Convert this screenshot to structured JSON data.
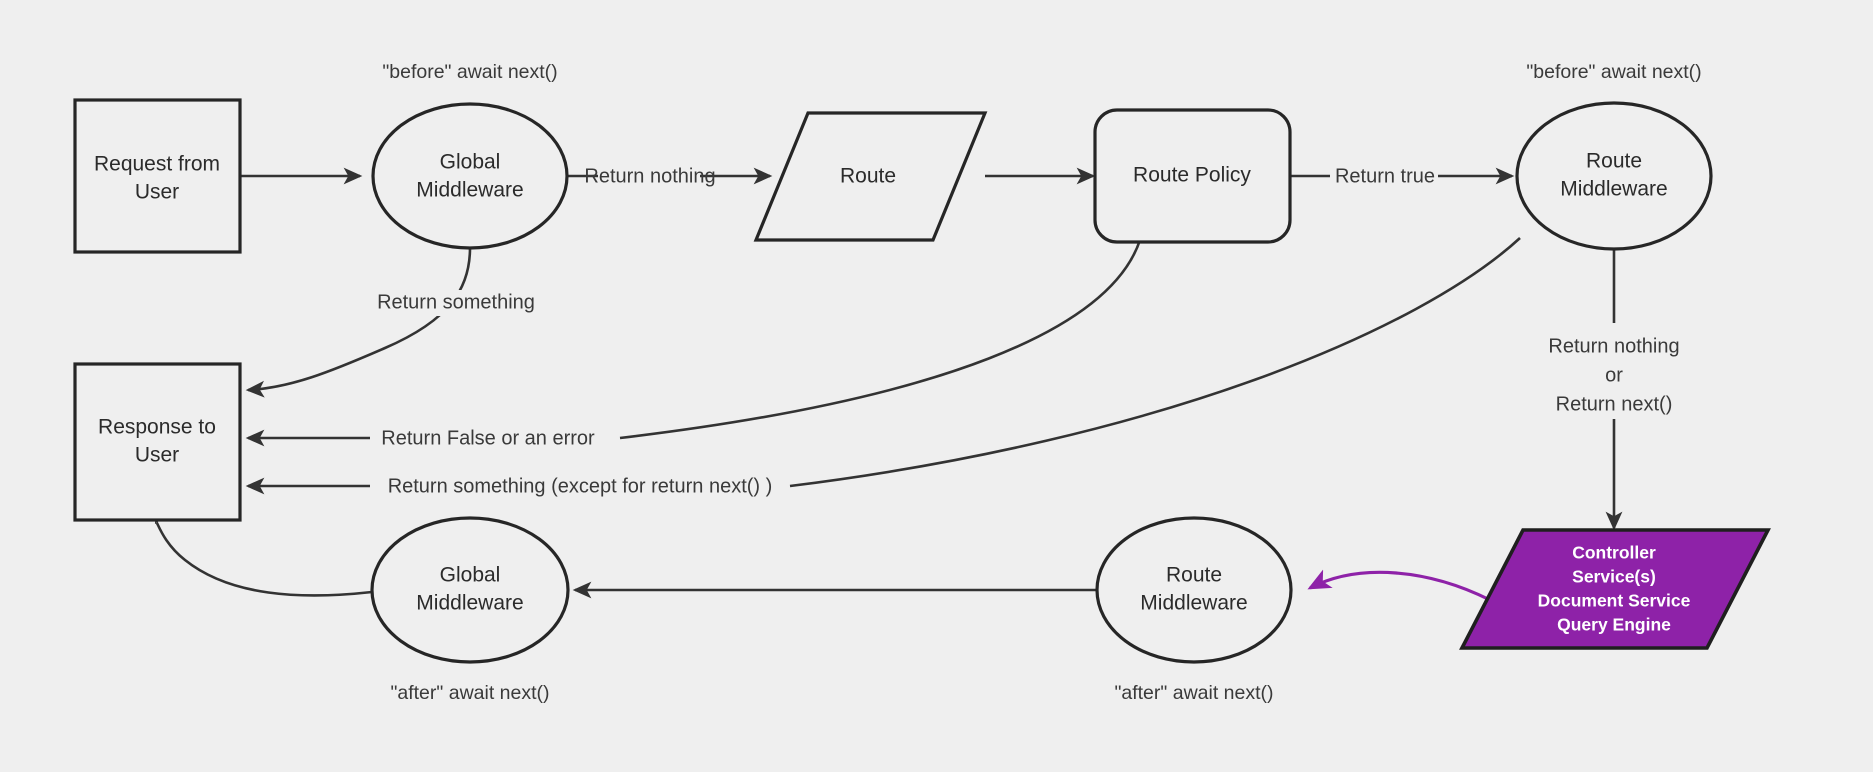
{
  "diagram": {
    "title": "Request lifecycle middleware flow",
    "background_color": "#efefef",
    "stroke_color": "#262626",
    "accent_color": "#8e22a8",
    "accent_text_color": "#ffffff"
  },
  "nodes": {
    "request_from_user": {
      "label_line1": "Request from",
      "label_line2": "User",
      "shape": "rectangle"
    },
    "global_middleware_top": {
      "label_line1": "Global",
      "label_line2": "Middleware",
      "shape": "ellipse"
    },
    "route": {
      "label": "Route",
      "shape": "parallelogram"
    },
    "route_policy": {
      "label": "Route Policy",
      "shape": "rounded-rectangle"
    },
    "route_middleware_top": {
      "label_line1": "Route",
      "label_line2": "Middleware",
      "shape": "ellipse"
    },
    "response_to_user": {
      "label_line1": "Response to",
      "label_line2": "User",
      "shape": "rectangle"
    },
    "global_middleware_bottom": {
      "label_line1": "Global",
      "label_line2": "Middleware",
      "shape": "ellipse"
    },
    "route_middleware_bottom": {
      "label_line1": "Route",
      "label_line2": "Middleware",
      "shape": "ellipse"
    },
    "controller": {
      "shape": "parallelogram",
      "label_line1": "Controller",
      "label_line2": "Service(s)",
      "label_line3": "Document Service",
      "label_line4": "Query Engine"
    }
  },
  "edge_labels": {
    "return_nothing": "Return nothing",
    "return_true": "Return true",
    "return_something_top": "Return something",
    "return_false_or_error": "Return False or an error",
    "return_something_except": "Return something (except for return next() )",
    "return_nothing_or_next_line1": "Return nothing",
    "return_nothing_or_next_line2": "or",
    "return_nothing_or_next_line3": "Return next()"
  },
  "notes": {
    "before_await_next_left": "\"before\" await next()",
    "before_await_next_right": "\"before\" await next()",
    "after_await_next_left": "\"after\" await next()",
    "after_await_next_right": "\"after\" await next()"
  }
}
